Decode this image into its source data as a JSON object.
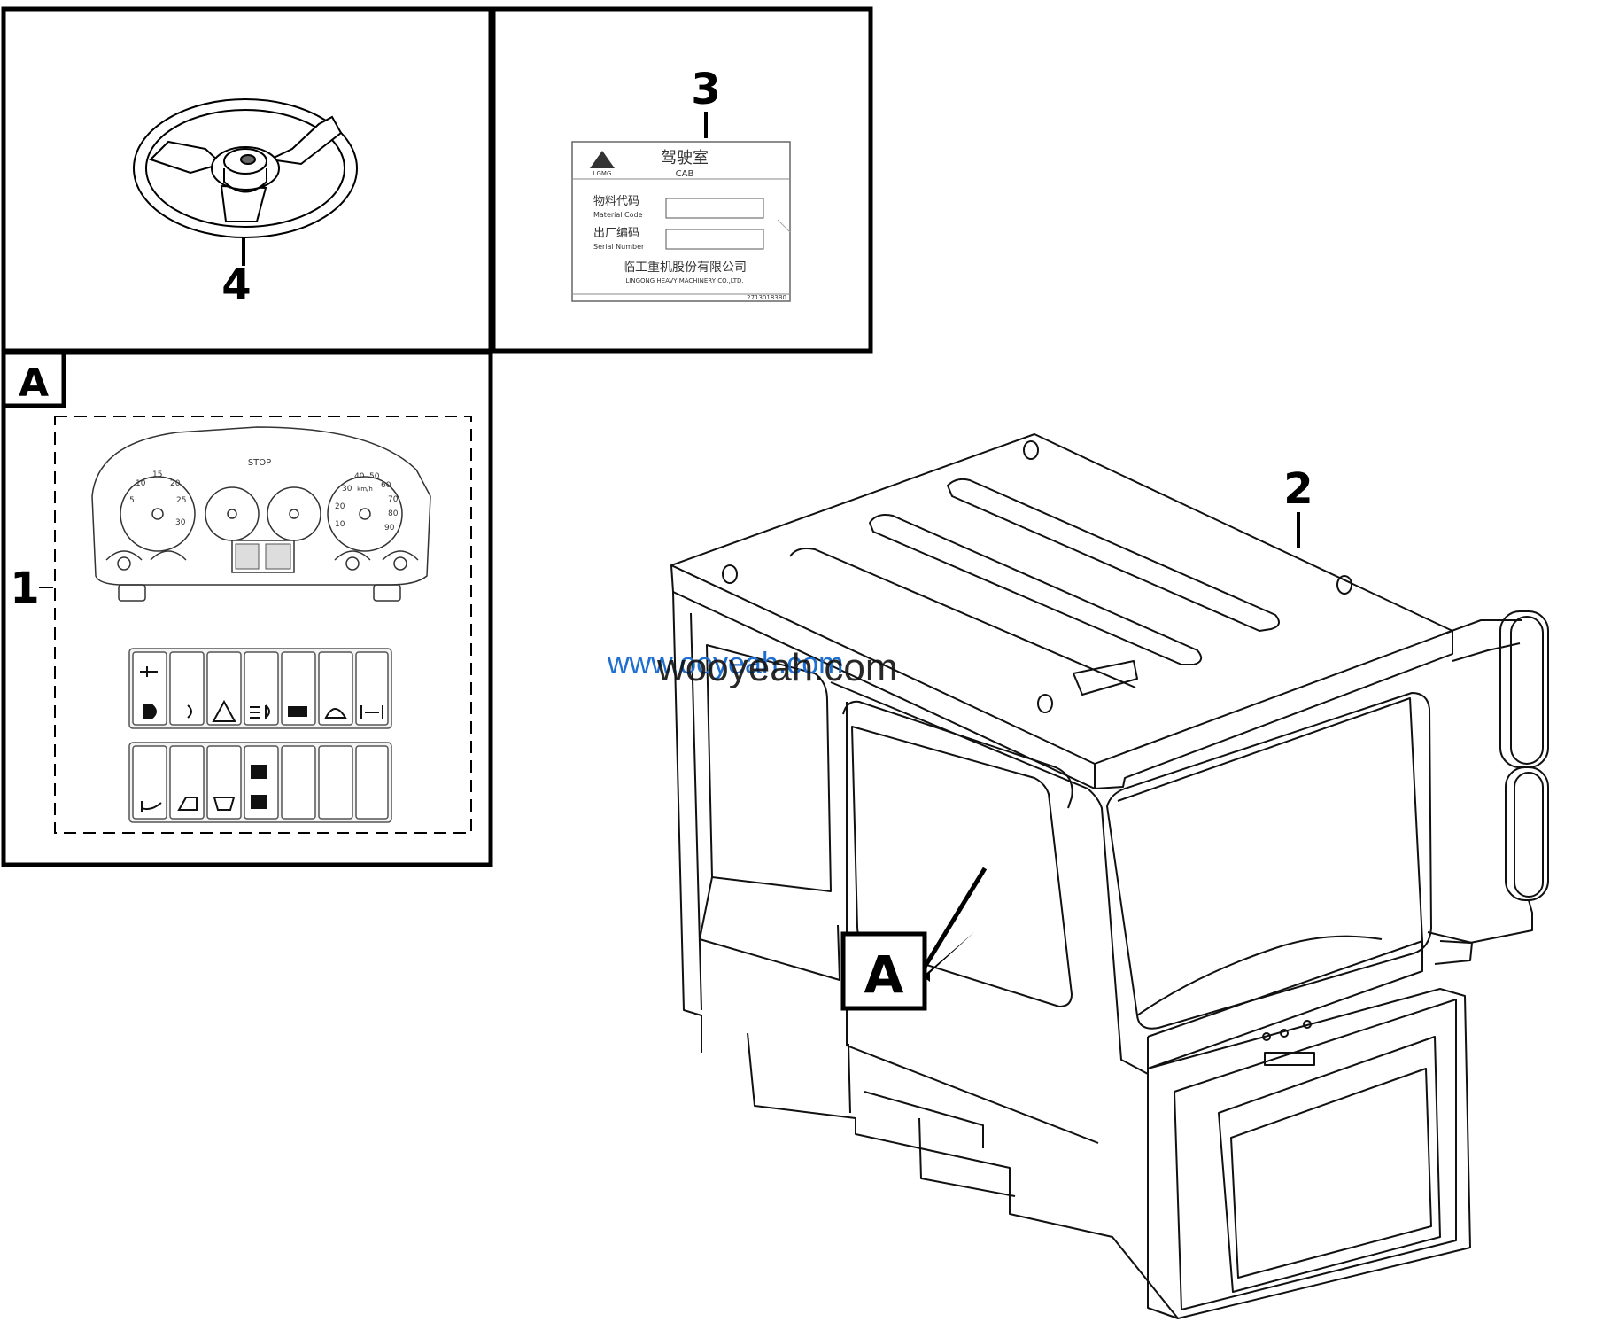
{
  "callouts": {
    "steering_wheel": "4",
    "nameplate": "3",
    "cab": "2",
    "instrument_cluster": "1",
    "detail_view_tag": "A",
    "cab_view_pointer": "A"
  },
  "nameplate": {
    "title_cn": "驾驶室",
    "title_en": "CAB",
    "material_code_cn": "物料代码",
    "material_code_en": "Material Code",
    "serial_number_cn": "出厂编码",
    "serial_number_en": "Serial Number",
    "company_cn": "临工重机股份有限公司",
    "company_en": "LINGONG HEAVY MACHINERY CO.,LTD.",
    "part_no": "27130183B0",
    "logo_text": "LGMG"
  },
  "cluster": {
    "stop_label": "STOP",
    "speed_unit": "km/h",
    "gauge1_ticks": [
      "5",
      "10",
      "15",
      "20",
      "25",
      "30"
    ],
    "gauge4_ticks": [
      "10",
      "20",
      "30",
      "40",
      "50",
      "60",
      "70",
      "80",
      "90"
    ]
  },
  "watermark": {
    "text_a": "www.ooyeah.com",
    "text_b": "wooyeah.com"
  }
}
